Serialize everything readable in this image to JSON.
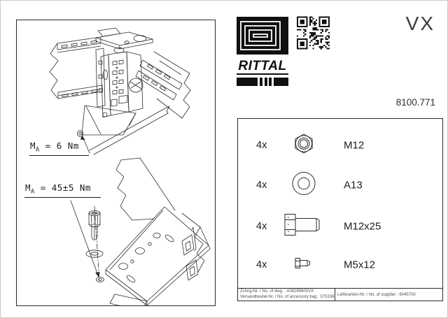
{
  "header": {
    "product_family": "VX",
    "model_no": "8100.771"
  },
  "logo": {
    "brand": "RITTAL"
  },
  "drawing_labels": {
    "torque_top": {
      "prefix": "M",
      "sub": "A",
      "rest": "= 6 Nm"
    },
    "torque_bottom": {
      "prefix": "M",
      "sub": "A",
      "rest": "= 45±5 Nm"
    }
  },
  "parts_table": {
    "rows": [
      {
        "qty": "4x",
        "icon": "hex-nut-icon",
        "label": "M12"
      },
      {
        "qty": "4x",
        "icon": "washer-icon",
        "label": "A13"
      },
      {
        "qty": "4x",
        "icon": "hex-bolt-icon",
        "label": "M12x25"
      },
      {
        "qty": "4x",
        "icon": "pan-head-screw-icon",
        "label": "M5x12"
      }
    ]
  },
  "title_block": {
    "drawing_no_label": "Zchng-Nr. / No. of dwg. :",
    "drawing_no": "A08295600VX",
    "accessory_bag_label": "Versandbeutel-Nr. / No. of accessory bag :",
    "accessory_bag_no": "375336",
    "supplier_label": "Lieferanten-Nr. / No. of supplier :",
    "supplier_no": "6045700"
  },
  "colors": {
    "line": "#2b2b2b",
    "ink": "#1d1d1d"
  }
}
